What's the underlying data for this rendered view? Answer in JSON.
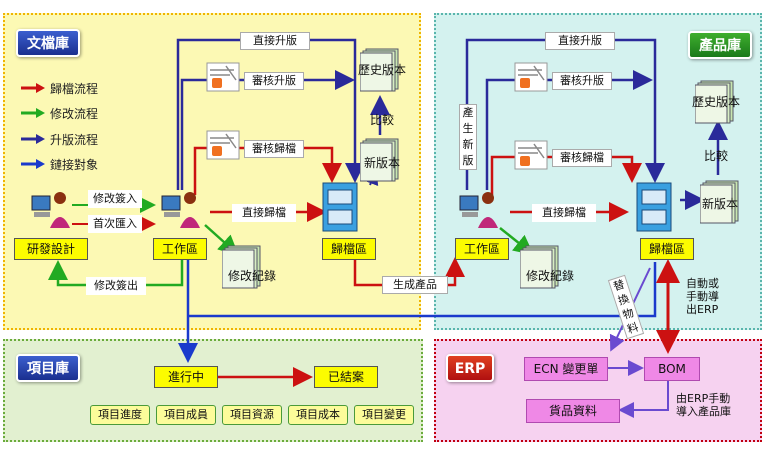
{
  "zones": {
    "doc_repo": {
      "title": "文檔庫",
      "legend": [
        {
          "label": "歸檔流程",
          "color": "#cc1111"
        },
        {
          "label": "修改流程",
          "color": "#22aa22"
        },
        {
          "label": "升版流程",
          "color": "#2a2a9a"
        },
        {
          "label": "鏈接對象",
          "color": "#1a3acc"
        }
      ],
      "direct_upgrade": "直接升版",
      "review_upgrade": "審核升版",
      "review_archive": "審核歸檔",
      "history_version": "歷史版本",
      "compare": "比較",
      "new_version": "新版本",
      "modify_checkin": "修改簽入",
      "first_import": "首次匯入",
      "direct_archive": "直接歸檔",
      "rd_design": "研發設計",
      "workspace": "工作區",
      "archive_area": "歸檔區",
      "modify_checkout": "修改簽出",
      "modify_record": "修改紀錄",
      "generate_product": "生成產品"
    },
    "product_repo": {
      "title": "產品庫",
      "direct_upgrade": "直接升版",
      "review_upgrade": "審核升版",
      "review_archive": "審核歸檔",
      "history_version": "歷史版本",
      "compare": "比較",
      "new_version": "新版本",
      "generate_new_version": [
        "產",
        "生",
        "新",
        "版"
      ],
      "direct_archive": "直接歸檔",
      "workspace": "工作區",
      "archive_area": "歸檔區",
      "modify_record": "修改紀錄",
      "auto_export": [
        "自動或",
        "手動導",
        "出ERP"
      ],
      "replace_material": [
        "替",
        "換",
        "物",
        "料"
      ]
    },
    "project_repo": {
      "title": "項目庫",
      "in_progress": "進行中",
      "closed": "已結案",
      "buttons": [
        "項目進度",
        "項目成員",
        "項目資源",
        "項目成本",
        "項目變更"
      ]
    },
    "erp": {
      "title": "ERP",
      "ecn": "ECN 變更單",
      "bom": "BOM",
      "item_data": "貨品資料",
      "erp_import": [
        "由ERP手動",
        "導入產品庫"
      ]
    }
  },
  "colors": {
    "archive": "#cc1111",
    "modify": "#22aa22",
    "upgrade": "#2a2a9a",
    "link": "#1a3acc",
    "erp_flow": "#6a4ad0"
  }
}
